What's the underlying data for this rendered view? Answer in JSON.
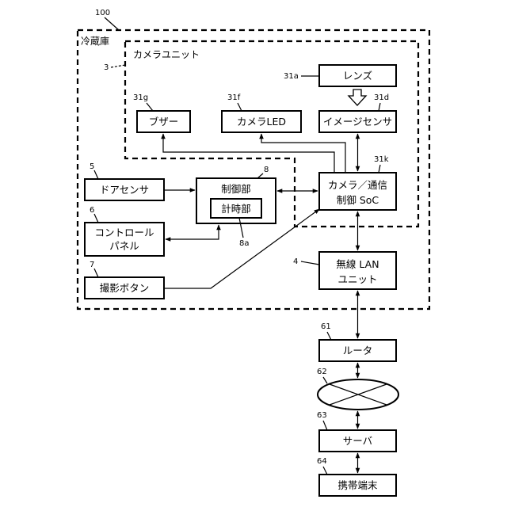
{
  "refs": {
    "fridge": "100",
    "camera_unit": "3",
    "lens": "31a",
    "buzzer": "31g",
    "camera_led": "31f",
    "image_sensor": "31d",
    "soc": "31k",
    "controller": "8",
    "timer": "8a",
    "door_sensor": "5",
    "control_panel": "6",
    "shutter_button": "7",
    "wlan_unit": "4",
    "router": "61",
    "network": "62",
    "server": "63",
    "mobile": "64"
  },
  "labels": {
    "fridge": "冷蔵庫",
    "camera_unit": "カメラユニット",
    "lens": "レンズ",
    "buzzer": "ブザー",
    "camera_led": "カメラLED",
    "image_sensor": "イメージセンサ",
    "soc_line1": "カメラ／通信",
    "soc_line2": "制御 SoC",
    "controller": "制御部",
    "timer": "計時部",
    "door_sensor": "ドアセンサ",
    "control_panel_line1": "コントロール",
    "control_panel_line2": "パネル",
    "shutter_button": "撮影ボタン",
    "wlan_line1": "無線 LAN",
    "wlan_line2": "ユニット",
    "router": "ルータ",
    "server": "サーバ",
    "mobile": "携帯端末"
  }
}
